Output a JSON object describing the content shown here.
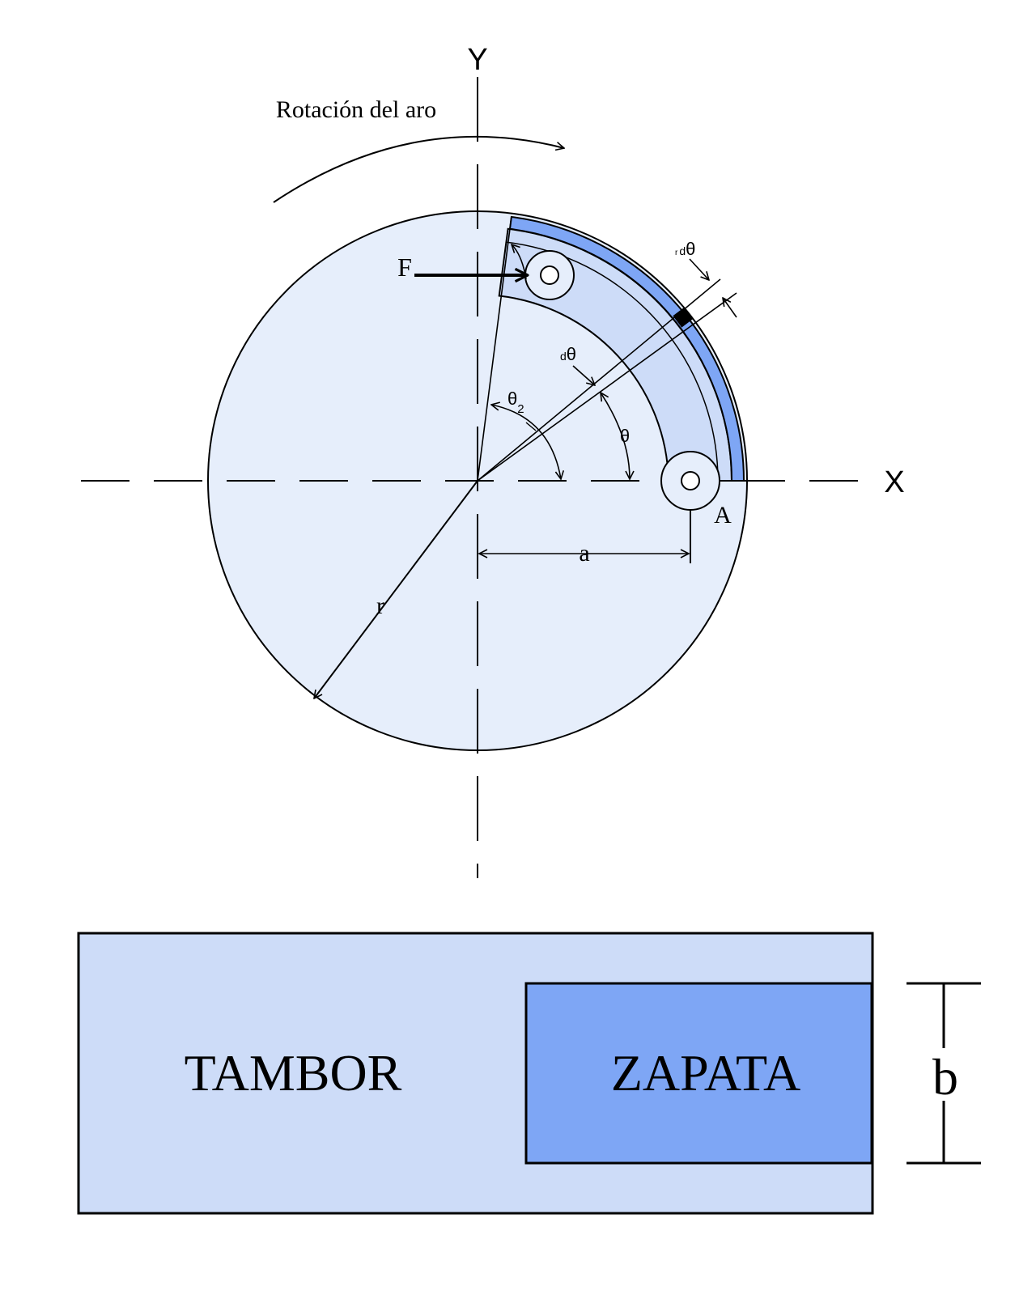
{
  "diagram": {
    "axis_y_label": "Y",
    "axis_x_label": "X",
    "rotation_label": "Rotación del aro",
    "force_label": "F",
    "pivot_label": "A",
    "distance_label": "a",
    "radius_label": "r",
    "theta_label": "θ",
    "theta2_symbol": "θ",
    "theta2_subscript": "2",
    "dtheta_d": "d",
    "dtheta_symbol": "θ",
    "rdtheta_r": "r",
    "rdtheta_d": "d",
    "rdtheta_symbol": "θ"
  },
  "section_view": {
    "drum_label": "TAMBOR",
    "shoe_label": "ZAPATA",
    "width_label": "b"
  },
  "colors": {
    "drum_fill": "#e6eefb",
    "shoe_fill": "#cddcf8",
    "lining_fill": "#7ea6f5",
    "stroke": "#000000"
  }
}
